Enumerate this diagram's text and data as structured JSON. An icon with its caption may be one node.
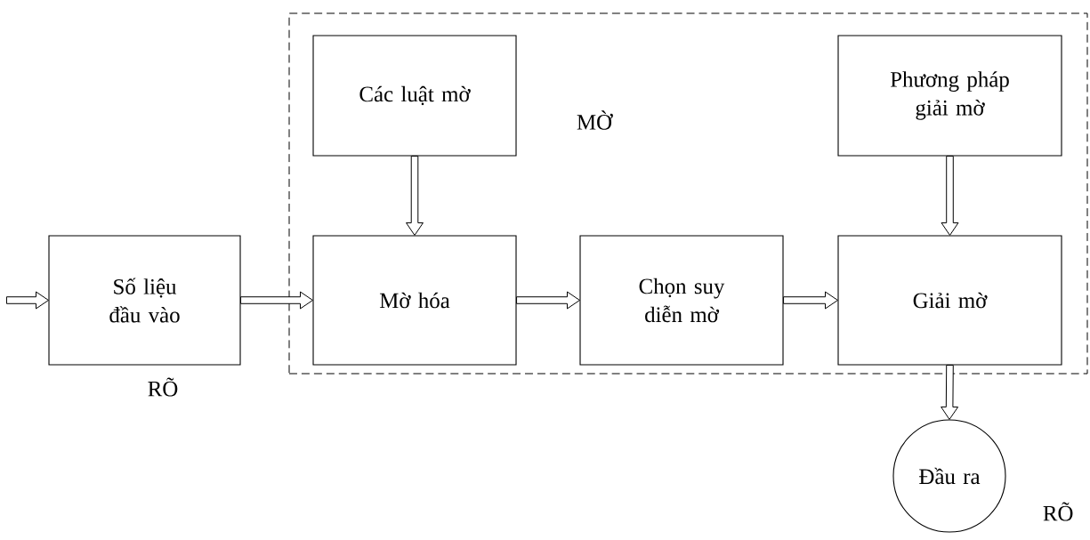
{
  "diagram": {
    "nodes": [
      {
        "text": [
          "MỜ"
        ]
      },
      {
        "text": [
          "Các luật mờ"
        ],
        "in": 0
      },
      {
        "text": [
          "Phương pháp giải mờ"
        ],
        "in": 0
      },
      {
        "text": [
          "Số liệu đầu vào"
        ],
        "beside": [
          "RÕ"
        ]
      },
      {
        "text": [
          "Mờ hóa"
        ],
        "in": 0
      },
      {
        "text": [
          "Chọn suy diễn mờ"
        ],
        "in": 0
      },
      {
        "text": [
          "Giải mờ"
        ],
        "in": 0
      },
      {
        "text": [
          "Đầu ra"
        ],
        "beside": [
          "RÕ"
        ]
      }
    ],
    "edges": [
      {
        "from": null,
        "to": 3,
        "arrow": "to"
      },
      {
        "from": 3,
        "to": 4,
        "arrow": "to"
      },
      {
        "from": 1,
        "to": 4,
        "arrow": "to"
      },
      {
        "from": 4,
        "to": 5,
        "arrow": "to"
      },
      {
        "from": 5,
        "to": 6,
        "arrow": "to"
      },
      {
        "from": 2,
        "to": 6,
        "arrow": "to"
      },
      {
        "from": 6,
        "to": 7,
        "arrow": "to"
      }
    ]
  }
}
